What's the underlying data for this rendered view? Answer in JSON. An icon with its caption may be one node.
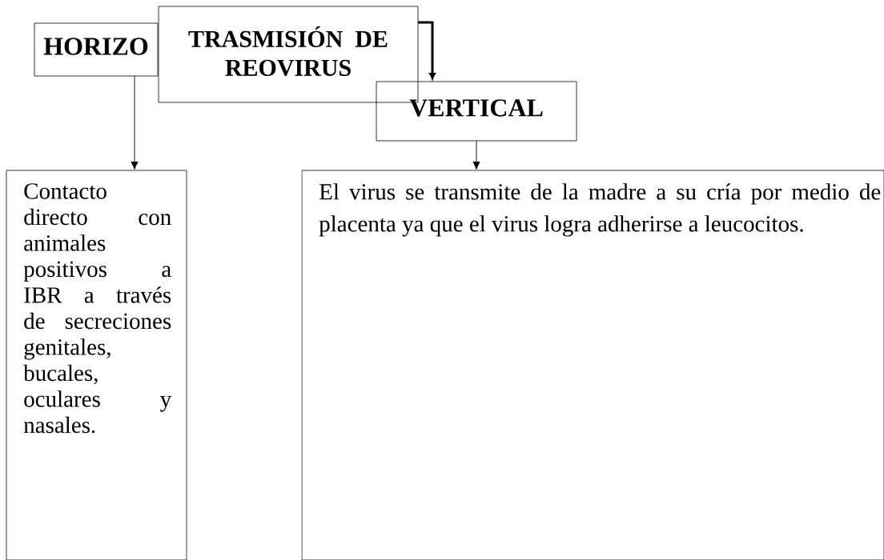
{
  "diagram": {
    "nodes": [
      {
        "text": [
          "HORIZO"
        ]
      },
      {
        "text": [
          "TRASMISIÓN DE REOVIRUS"
        ]
      },
      {
        "text": [
          "VERTICAL"
        ]
      },
      {
        "text": [
          "Contacto directo con animales positivos a IBR a través de secreciones genitales, bucales, oculares y nasales."
        ]
      },
      {
        "text": [
          "El virus se transmite de la madre a su cría por medio de placenta ya que el virus logra adherirse a leucocitos."
        ]
      }
    ],
    "edges": [
      {
        "from": 0,
        "to": 3,
        "arrow": "to"
      },
      {
        "from": 1,
        "to": 2,
        "arrow": "to",
        "style": "thick"
      },
      {
        "from": 2,
        "to": 4,
        "arrow": "to"
      }
    ]
  }
}
